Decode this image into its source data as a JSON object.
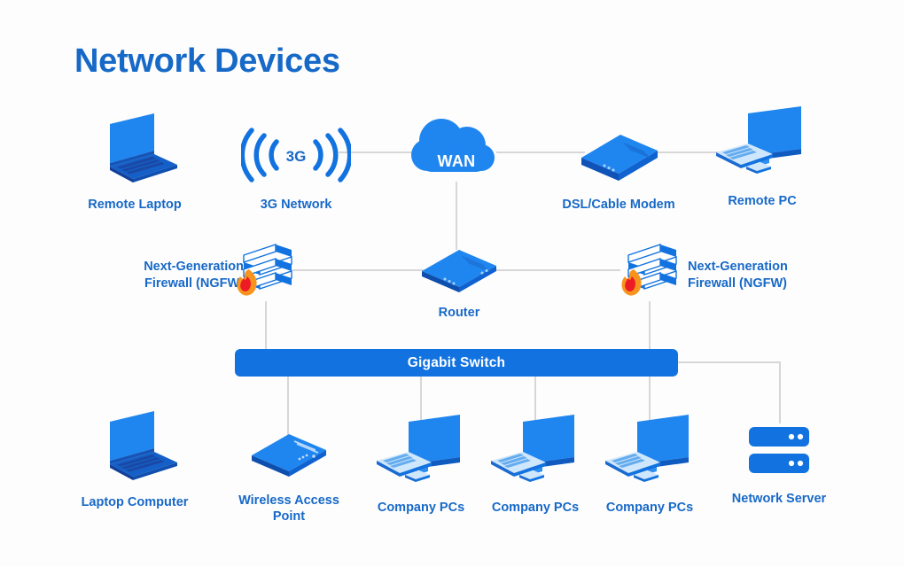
{
  "page": {
    "title": "Network Devices",
    "background_color": "#fdfdfd",
    "accent_color": "#1769c8",
    "line_color": "#d4d4d4"
  },
  "diagram": {
    "type": "network-topology",
    "rows": {
      "top": "internet-edge",
      "middle": "security-and-routing",
      "bottom": "lan-endpoints"
    },
    "nodes": [
      {
        "id": "remote-laptop",
        "label": "Remote Laptop",
        "icon": "laptop-icon"
      },
      {
        "id": "3g-network",
        "label": "3G Network",
        "icon": "signal-3g-icon",
        "badge": "3G"
      },
      {
        "id": "wan",
        "label": "WAN",
        "icon": "cloud-icon"
      },
      {
        "id": "dsl-cable-modem",
        "label": "DSL/Cable Modem",
        "icon": "modem-icon"
      },
      {
        "id": "remote-pc",
        "label": "Remote PC",
        "icon": "desktop-pc-icon"
      },
      {
        "id": "ngfw-left",
        "label": "Next-Generation\nFirewall (NGFW)",
        "icon": "firewall-icon"
      },
      {
        "id": "router",
        "label": "Router",
        "icon": "router-icon"
      },
      {
        "id": "ngfw-right",
        "label": "Next-Generation\nFirewall (NGFW)",
        "icon": "firewall-icon"
      },
      {
        "id": "gigabit-switch",
        "label": "Gigabit Switch",
        "icon": "switch-bar-icon"
      },
      {
        "id": "laptop-computer",
        "label": "Laptop Computer",
        "icon": "laptop-icon"
      },
      {
        "id": "wireless-ap",
        "label": "Wireless Access\nPoint",
        "icon": "access-point-icon"
      },
      {
        "id": "company-pc-1",
        "label": "Company PCs",
        "icon": "desktop-pc-icon"
      },
      {
        "id": "company-pc-2",
        "label": "Company PCs",
        "icon": "desktop-pc-icon"
      },
      {
        "id": "company-pc-3",
        "label": "Company PCs",
        "icon": "desktop-pc-icon"
      },
      {
        "id": "network-server",
        "label": "Network Server",
        "icon": "server-icon"
      }
    ],
    "connections": [
      {
        "from": "3g-network",
        "to": "wan"
      },
      {
        "from": "wan",
        "to": "dsl-cable-modem"
      },
      {
        "from": "dsl-cable-modem",
        "to": "remote-pc"
      },
      {
        "from": "remote-laptop",
        "to": "3g-network"
      },
      {
        "from": "wan",
        "to": "router"
      },
      {
        "from": "ngfw-left",
        "to": "router"
      },
      {
        "from": "router",
        "to": "ngfw-right"
      },
      {
        "from": "ngfw-left",
        "to": "gigabit-switch"
      },
      {
        "from": "ngfw-right",
        "to": "gigabit-switch"
      },
      {
        "from": "gigabit-switch",
        "to": "laptop-computer"
      },
      {
        "from": "gigabit-switch",
        "to": "wireless-ap"
      },
      {
        "from": "gigabit-switch",
        "to": "company-pc-1"
      },
      {
        "from": "gigabit-switch",
        "to": "company-pc-2"
      },
      {
        "from": "gigabit-switch",
        "to": "company-pc-3"
      },
      {
        "from": "gigabit-switch",
        "to": "network-server"
      }
    ]
  },
  "labels": {
    "remote_laptop": "Remote Laptop",
    "three_g_network": "3G Network",
    "three_g_badge": "3G",
    "wan": "WAN",
    "dsl_cable_modem": "DSL/Cable Modem",
    "remote_pc": "Remote PC",
    "ngfw_left": "Next-Generation\nFirewall (NGFW)",
    "ngfw_right": "Next-Generation\nFirewall (NGFW)",
    "router": "Router",
    "gigabit_switch": "Gigabit Switch",
    "laptop_computer": "Laptop Computer",
    "wireless_access_point": "Wireless Access\nPoint",
    "company_pcs_1": "Company PCs",
    "company_pcs_2": "Company PCs",
    "company_pcs_3": "Company PCs",
    "network_server": "Network Server"
  }
}
